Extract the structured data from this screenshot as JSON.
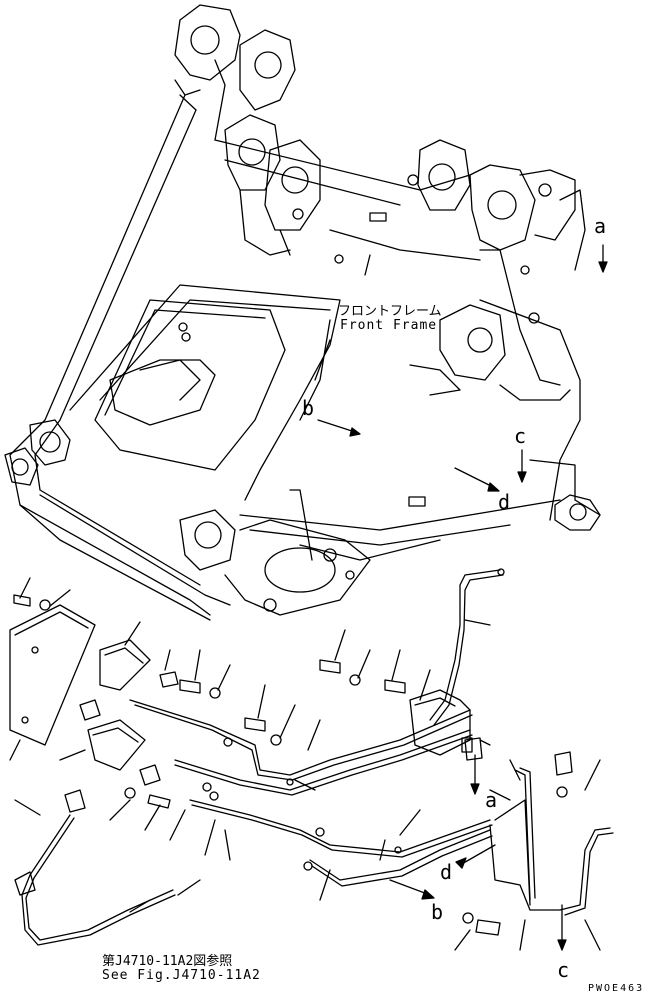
{
  "frame_label": {
    "japanese": "フロントフレーム",
    "english": "Front Frame"
  },
  "reference_label": {
    "japanese": "第J4710-11A2図参照",
    "english": "See Fig.J4710-11A2"
  },
  "callouts": {
    "a_top": "a",
    "b_mid": "b",
    "c_mid": "c",
    "d_mid": "d",
    "a_low": "a",
    "d_low": "d",
    "b_low": "b",
    "c_low": "c"
  },
  "drawing_code": "PWOE463"
}
